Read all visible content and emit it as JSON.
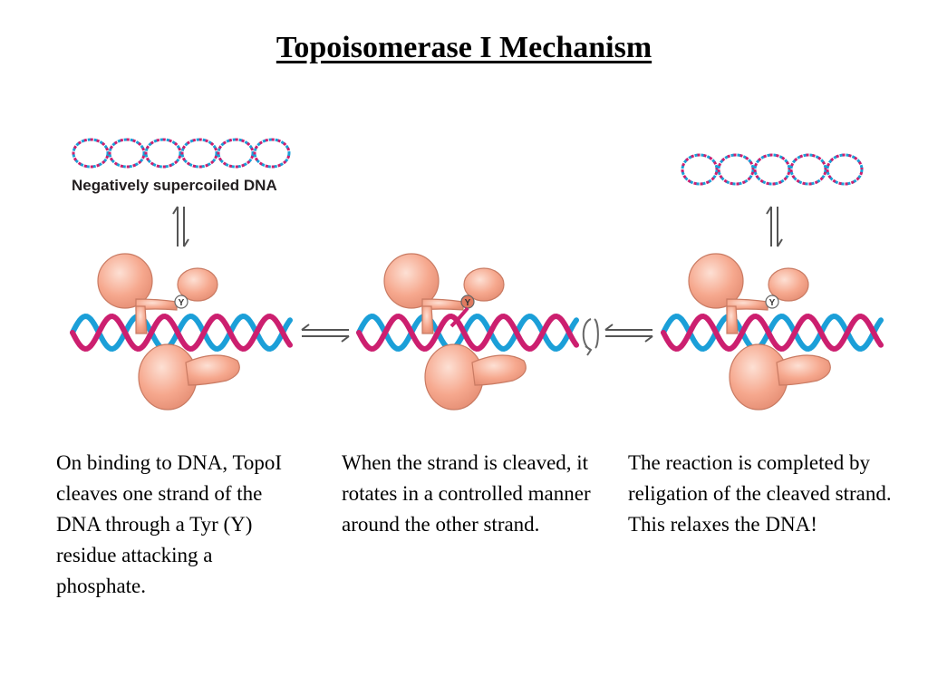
{
  "title": "Topoisomerase I Mechanism",
  "dna_label": "Negatively supercoiled DNA",
  "tyr_letter": "Y",
  "captions": [
    "On binding to DNA, TopoI cleaves one strand of the DNA through a Tyr (Y) residue attacking a phosphate.",
    "When the strand is cleaved, it rotates in a controlled manner around the other strand.",
    "The reaction is completed by religation of the cleaved strand. This relaxes the DNA!"
  ],
  "colors": {
    "strand_blue": "#1b9fd8",
    "strand_magenta": "#cc1f6f",
    "enzyme": "#f6a88e",
    "enzyme_outline": "#c97b63",
    "arrow": "#555555"
  }
}
